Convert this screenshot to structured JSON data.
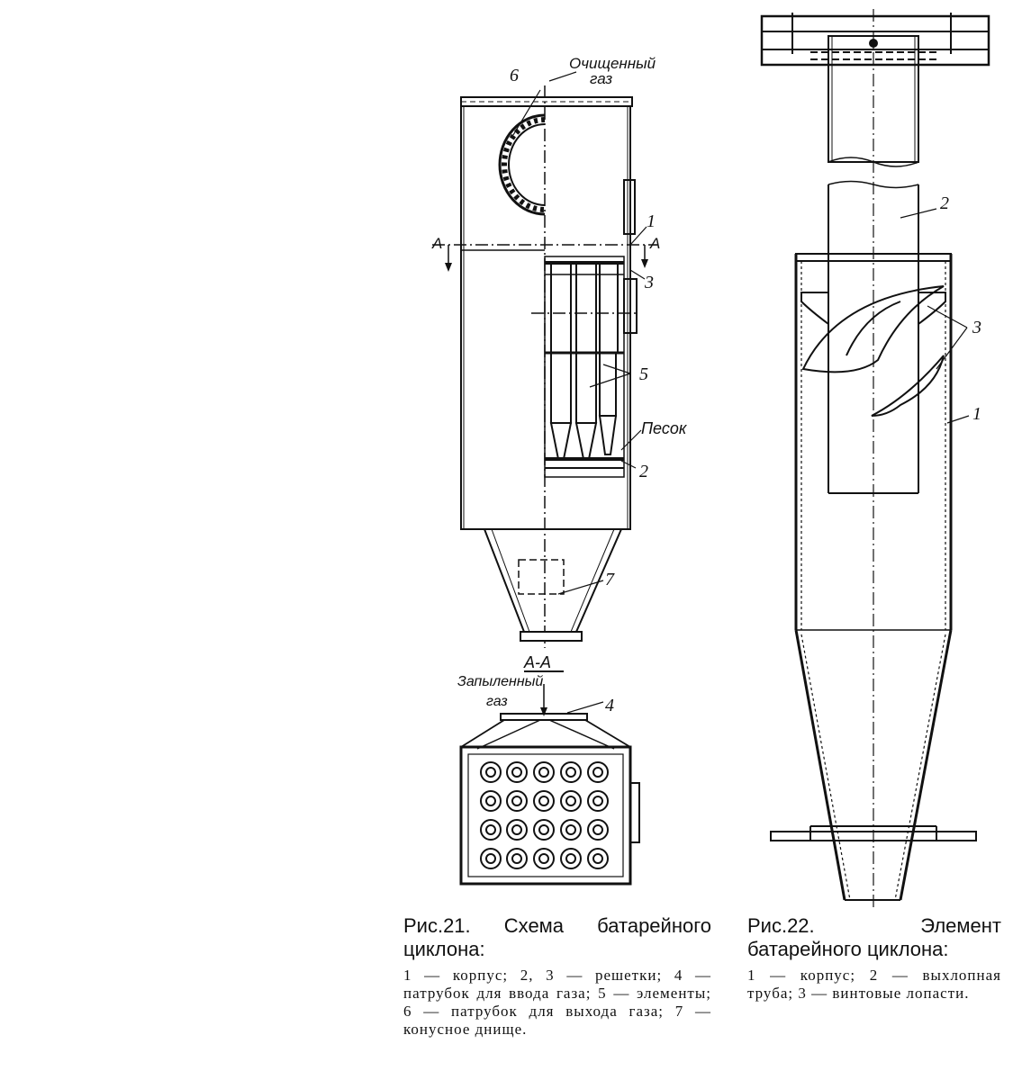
{
  "figure21": {
    "labels": {
      "clean_gas_1": "Очищенный",
      "clean_gas_2": "газ",
      "n6": "6",
      "n1": "1",
      "n3": "3",
      "n5": "5",
      "n2": "2",
      "n7": "7",
      "n4": "4",
      "section_left": "А",
      "section_right": "А",
      "sand": "Песок",
      "section_title": "А-А",
      "dusty_gas_1": "Запыленный",
      "dusty_gas_2": "газ"
    },
    "caption": {
      "title_prefix": "Рис.21.",
      "title_text": "Схема батарейного циклона:",
      "legend": "1 — корпус; 2, 3 — решетки; 4 — патрубок для ввода газа; 5 — элементы; 6 — патрубок для выхода газа; 7 — конусное днище."
    }
  },
  "figure22": {
    "labels": {
      "n2": "2",
      "n3": "3",
      "n1": "1"
    },
    "caption": {
      "title_prefix": "Рис.22.",
      "title_text": "Элемент батарейного циклона:",
      "legend": "1 — корпус; 2 — выхлопная труба; 3 — винтовые лопасти."
    }
  }
}
